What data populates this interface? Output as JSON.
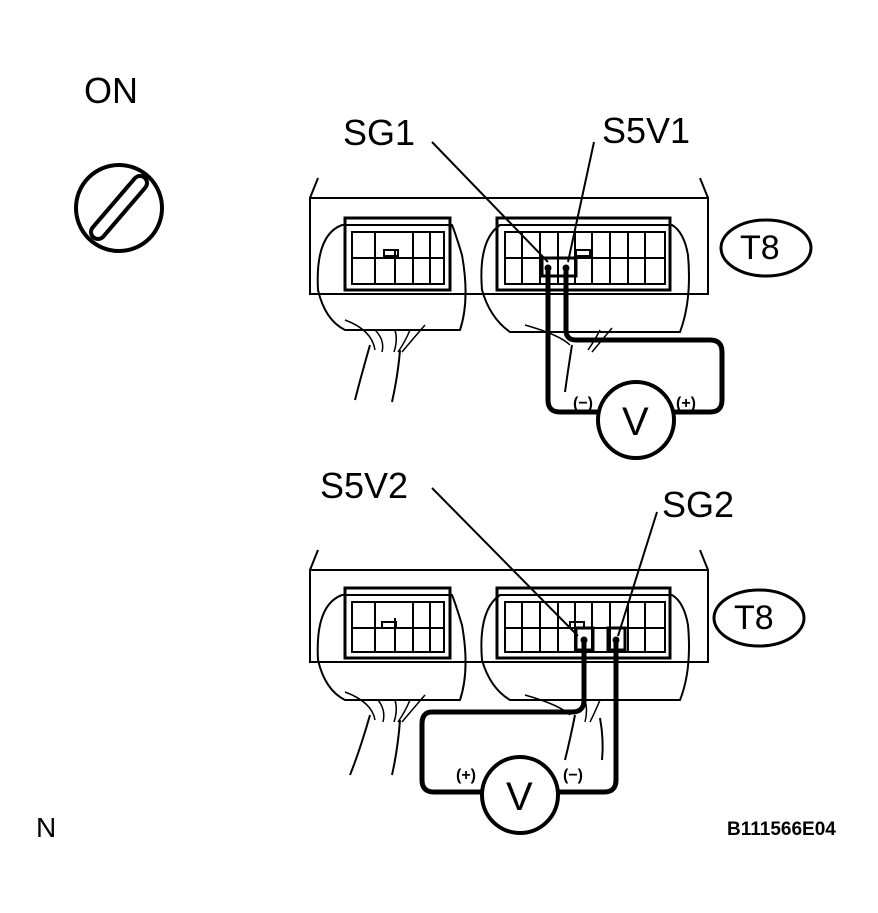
{
  "ignition": {
    "state": "ON"
  },
  "top_diagram": {
    "terminal_left": "SG1",
    "terminal_right": "S5V1",
    "connector_id": "T8",
    "meter_symbol": "V",
    "probe_neg": "(−)",
    "probe_pos": "(+)"
  },
  "bottom_diagram": {
    "terminal_left": "S5V2",
    "terminal_right": "SG2",
    "connector_id": "T8",
    "meter_symbol": "V",
    "probe_pos": "(+)",
    "probe_neg": "(−)"
  },
  "corner_mark": "N",
  "figure_code": "B111566E04",
  "colors": {
    "ink": "#000000",
    "background": "#ffffff"
  }
}
